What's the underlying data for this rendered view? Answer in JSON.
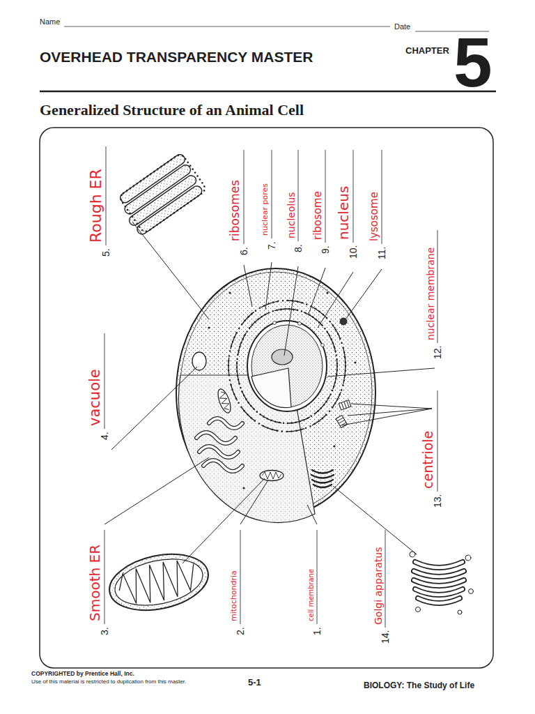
{
  "diagram": {
    "title": "Generalized Structure of an Animal Cell",
    "labels": [
      "Name",
      "Date",
      "OVERHEAD TRANSPARENCY MASTER",
      "CHAPTER",
      "5",
      "5.",
      "Rough ER",
      "6.",
      "ribosomes",
      "7.",
      "nuclear pores",
      "8.",
      "nucleolus",
      "9.",
      "ribosome",
      "10.",
      "nucleus",
      "11.",
      "lysosome",
      "4.",
      "vacuole",
      "12.",
      "nuclear membrane",
      "13.",
      "centriole",
      "3.",
      "Smooth ER",
      "2.",
      "mitochondria",
      "1.",
      "cell membrane",
      "14.",
      "Golgi apparatus",
      "COPYRIGHTED by Prentice Hall, Inc.",
      "Use of this material is restricted to duplication from this master.",
      "5-1",
      "BIOLOGY: The Study of Life"
    ]
  }
}
